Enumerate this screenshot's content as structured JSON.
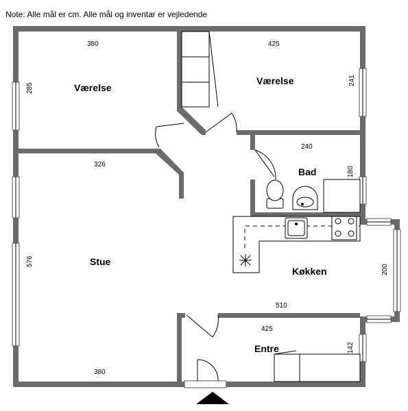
{
  "note": "Note: Alle mål er cm. Alle mål og inventar er vejledende",
  "rooms": {
    "vaerelse_left": "Værelse",
    "vaerelse_right": "Værelse",
    "bad": "Bad",
    "stue": "Stue",
    "kokken": "Køkken",
    "entre": "Entre"
  },
  "dimensions": {
    "vaerelse_left_width": "380",
    "vaerelse_left_height": "285",
    "vaerelse_right_width": "425",
    "vaerelse_right_height": "241",
    "bad_width": "240",
    "bad_height": "180",
    "stue_width": "326",
    "stue_height": "576",
    "stue_bottom_width": "380",
    "kokken_width": "510",
    "kokken_height": "200",
    "entre_width": "425",
    "entre_height": "142"
  },
  "colors": {
    "wall": "#6b6b6b",
    "line": "#000000",
    "background": "#ffffff"
  }
}
